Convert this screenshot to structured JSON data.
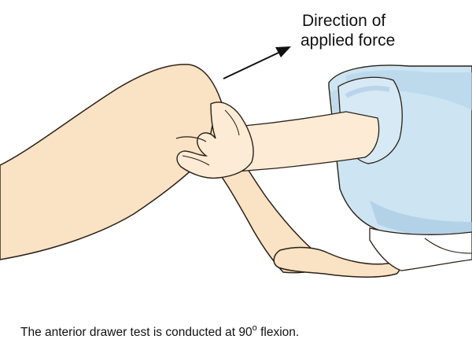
{
  "label": {
    "line1": "Direction of",
    "line2": "applied force"
  },
  "caption": {
    "before": "The anterior drawer test is conducted at 90",
    "degree": "o",
    "after": " flexion."
  },
  "colors": {
    "skin": "#fae2c4",
    "skin_outline": "#2a2116",
    "gown": "#cde4f2",
    "gown_shadow": "#a9cbe2",
    "arrow": "#111111",
    "text": "#111111"
  }
}
